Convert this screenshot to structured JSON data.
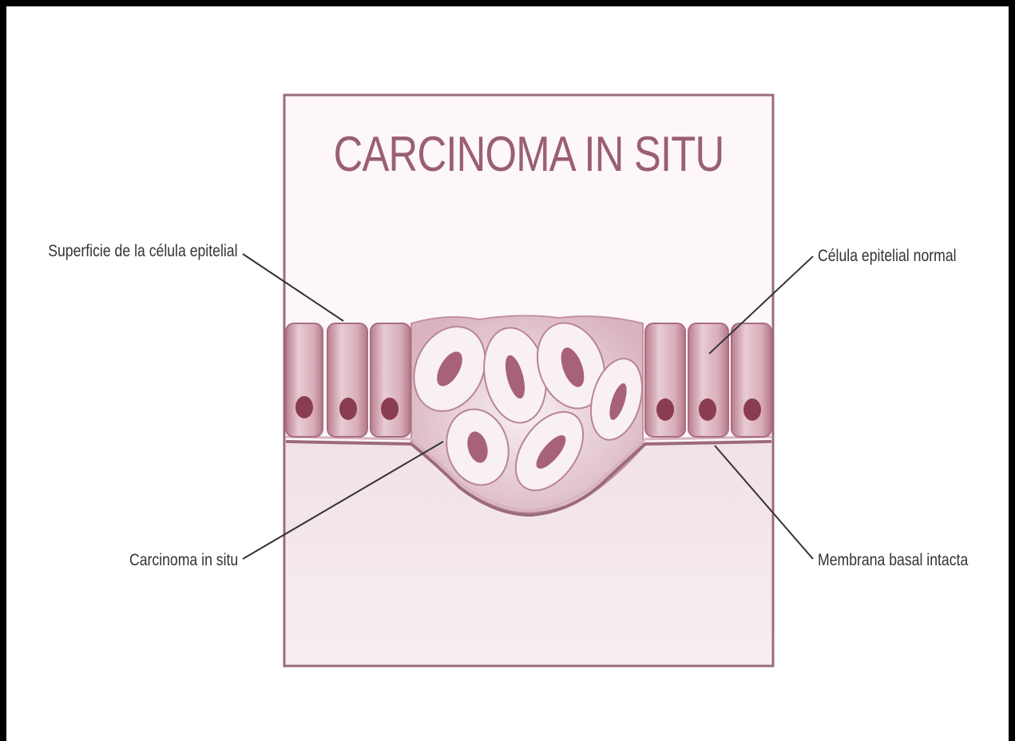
{
  "title": "CARCINOMA IN SITU",
  "labels": {
    "surface": "Superficie de la célula epitelial",
    "normal_cell": "Célula epitelial normal",
    "carcinoma": "Carcinoma in situ",
    "basement_membrane": "Membrana basal intacta"
  },
  "colors": {
    "title": "#9b5f72",
    "panel_border": "#9b6b7b",
    "panel_fill": "#fdf6f8",
    "cell_fill": "#c9919f",
    "nucleus": "#8a3c52",
    "tissue": "#f3e6ea"
  }
}
